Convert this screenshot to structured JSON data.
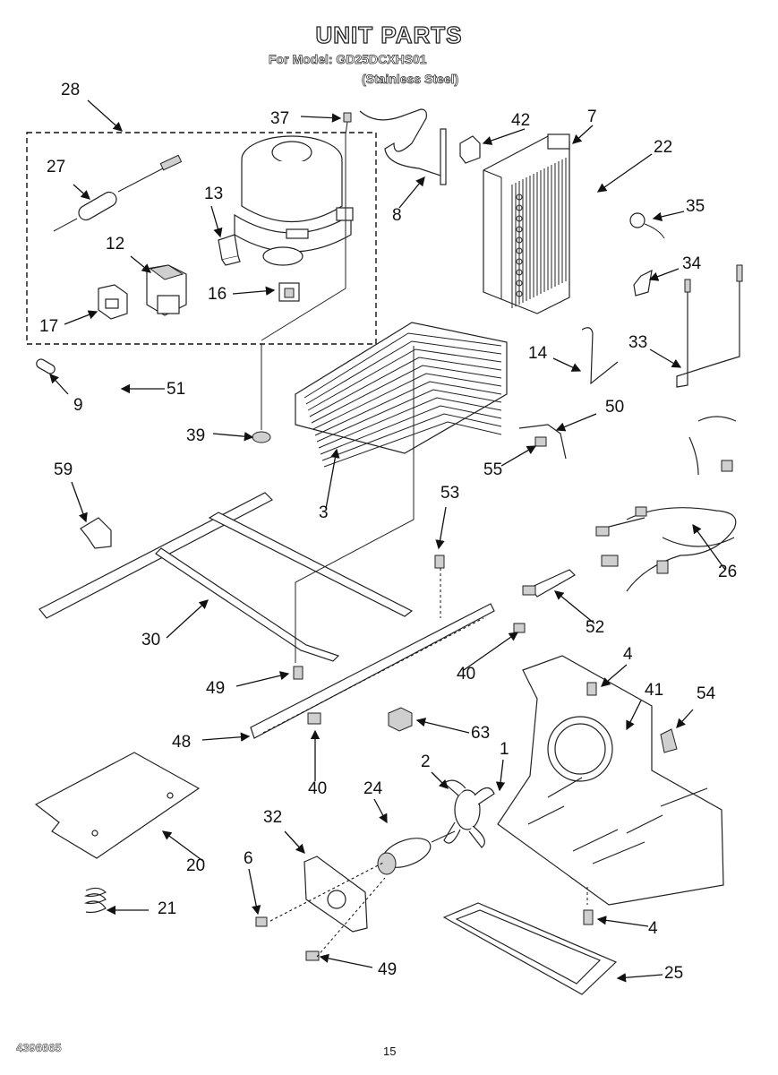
{
  "header": {
    "title": "UNIT PARTS",
    "model_line": "For Model: GD25DCXHS01",
    "variant": "(Stainless Steel)"
  },
  "footer": {
    "doc_number": "4396665",
    "page_number": "15"
  },
  "callouts": {
    "c28": "28",
    "c37": "37",
    "c42": "42",
    "c7": "7",
    "c22": "22",
    "c27": "27",
    "c13": "13",
    "c8": "8",
    "c35": "35",
    "c12": "12",
    "c34": "34",
    "c16": "16",
    "c17": "17",
    "c14": "14",
    "c33": "33",
    "c9": "9",
    "c51": "51",
    "c39": "39",
    "c50": "50",
    "c55": "55",
    "c3": "3",
    "c59": "59",
    "c53": "53",
    "c26": "26",
    "c52": "52",
    "c30": "30",
    "c4a": "4",
    "c41": "41",
    "c54": "54",
    "c49a": "49",
    "c40a": "40",
    "c48": "48",
    "c63": "63",
    "c40b": "40",
    "c1": "1",
    "c2": "2",
    "c24": "24",
    "c32": "32",
    "c20": "20",
    "c6": "6",
    "c21": "21",
    "c4b": "4",
    "c25": "25",
    "c49b": "49"
  }
}
